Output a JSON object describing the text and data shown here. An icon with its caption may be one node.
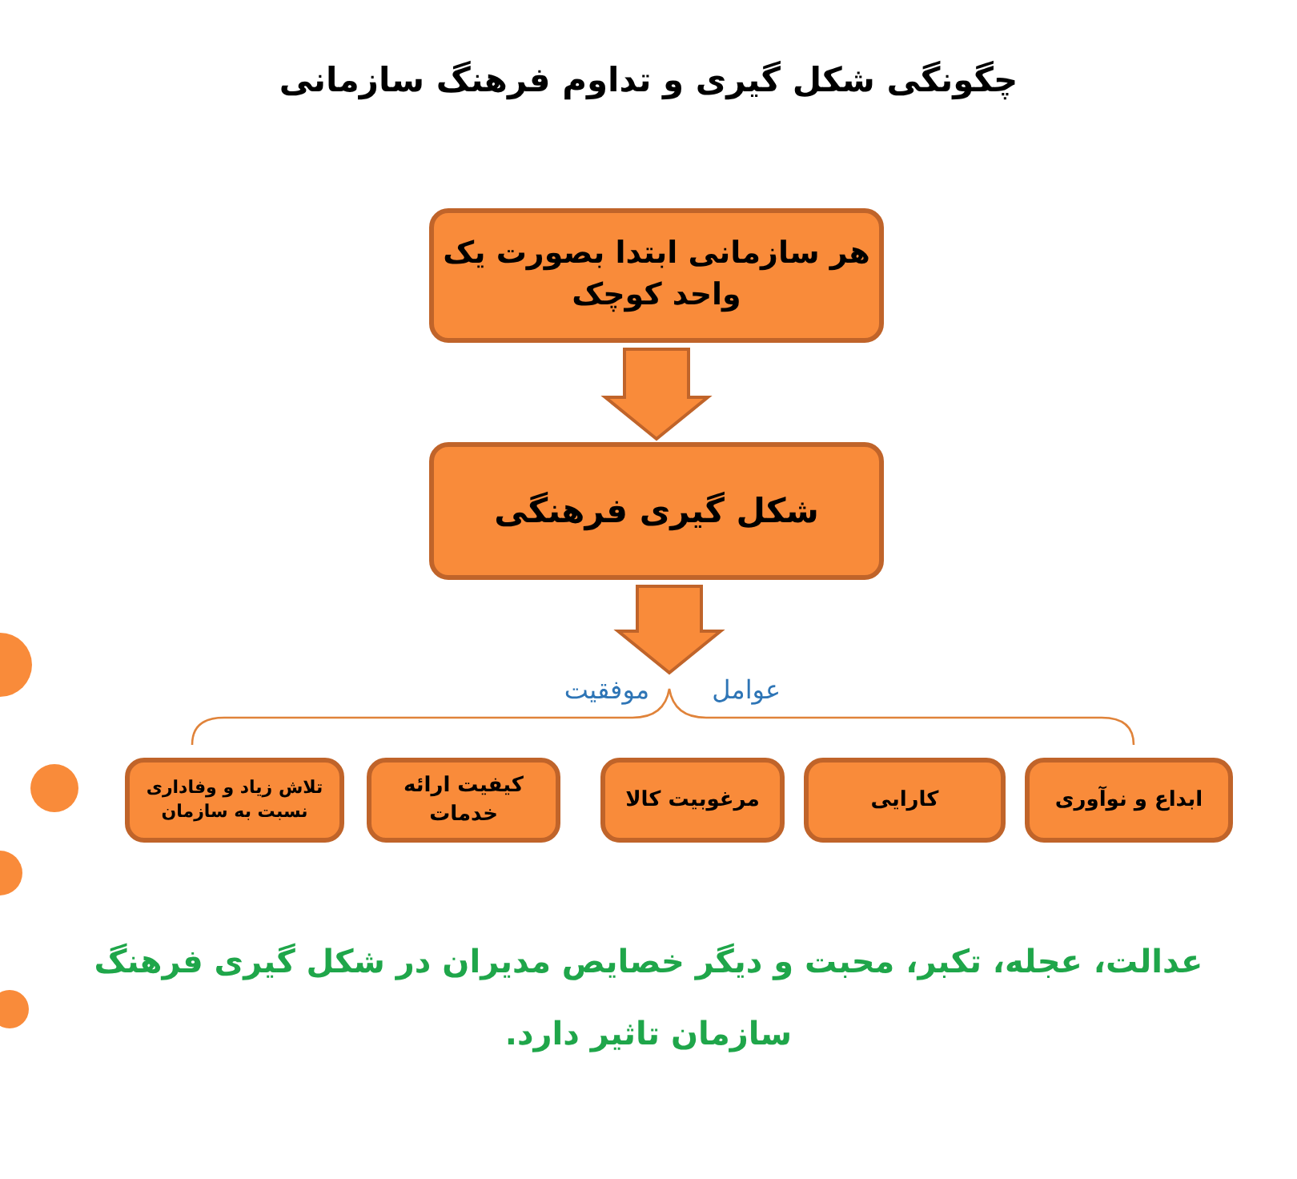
{
  "diagram": {
    "title": "چگونگی شکل گیری و تداوم فرهنگ سازمانی",
    "nodes": [
      {
        "text": [
          "هر سازمانی ابتدا بصورت یک واحد کوچک"
        ]
      },
      {
        "text": [
          "شکل گیری فرهنگی"
        ]
      },
      {
        "text": [
          "عوامل موفقیت"
        ]
      },
      {
        "text": [
          "ابداع و نوآوری"
        ]
      },
      {
        "text": [
          "کارایی"
        ]
      },
      {
        "text": [
          "مرغوبیت کالا"
        ]
      },
      {
        "text": [
          "کیفیت ارائه خدمات"
        ]
      },
      {
        "text": [
          "تلاش زیاد و وفاداری نسبت به سازمان"
        ]
      }
    ],
    "edges": [
      {
        "from": 0,
        "to": 1,
        "arrow": "to"
      },
      {
        "from": 1,
        "to": 2,
        "arrow": "to"
      }
    ],
    "labels": [
      "عدالت، عجله، تکبر، محبت و دیگر خصایص مدیران در شکل گیری فرهنگ سازمان تاثیر دارد."
    ]
  }
}
